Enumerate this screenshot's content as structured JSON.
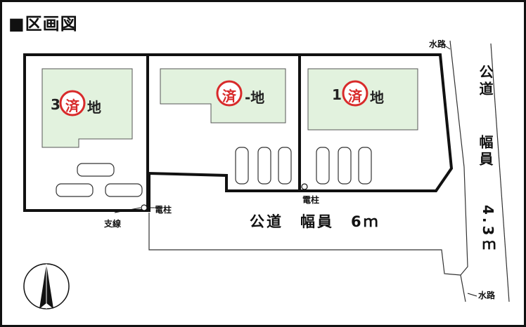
{
  "header": {
    "title": "■区画図"
  },
  "lots": [
    {
      "prefix": "3",
      "suffix": "地",
      "stamp": "済"
    },
    {
      "prefix": "",
      "suffix": "-地",
      "stamp": "済"
    },
    {
      "prefix": "1",
      "suffix": "地",
      "stamp": "済"
    }
  ],
  "road_south": {
    "label": "公道　幅員　6ｍ"
  },
  "road_east": {
    "label_top": "公道",
    "label_mid": "幅員",
    "label_bottom": "4.3ｍ"
  },
  "annotations": {
    "waterway_top": "水路",
    "waterway_bottom": "水路",
    "pole_left": "電柱",
    "pole_mid": "電柱",
    "guy_wire": "支線"
  },
  "colors": {
    "building": "#e2f2de",
    "boundary": "#111111",
    "stamp": "#d82a2a"
  }
}
